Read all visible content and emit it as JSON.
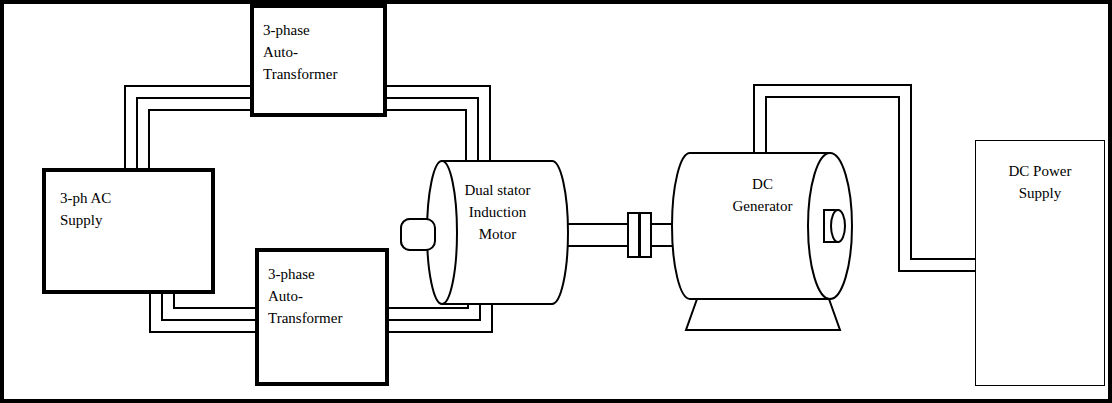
{
  "diagram": {
    "nodes": [
      {
        "text": [
          "3-phase Auto-Transformer"
        ]
      },
      {
        "text": [
          "3-ph AC Supply"
        ]
      },
      {
        "text": [
          "3-phase Auto-Transformer"
        ]
      },
      {
        "text": [
          "Dual stator Induction Motor"
        ]
      },
      {
        "text": [
          "DC Generator"
        ]
      },
      {
        "text": [
          "DC Power Supply"
        ]
      }
    ],
    "edges": [
      {
        "from": 1,
        "to": 0,
        "arrow": "none"
      },
      {
        "from": 0,
        "to": 3,
        "arrow": "none"
      },
      {
        "from": 1,
        "to": 2,
        "arrow": "none"
      },
      {
        "from": 2,
        "to": 3,
        "arrow": "none"
      },
      {
        "from": 5,
        "to": 4,
        "arrow": "none"
      }
    ]
  }
}
